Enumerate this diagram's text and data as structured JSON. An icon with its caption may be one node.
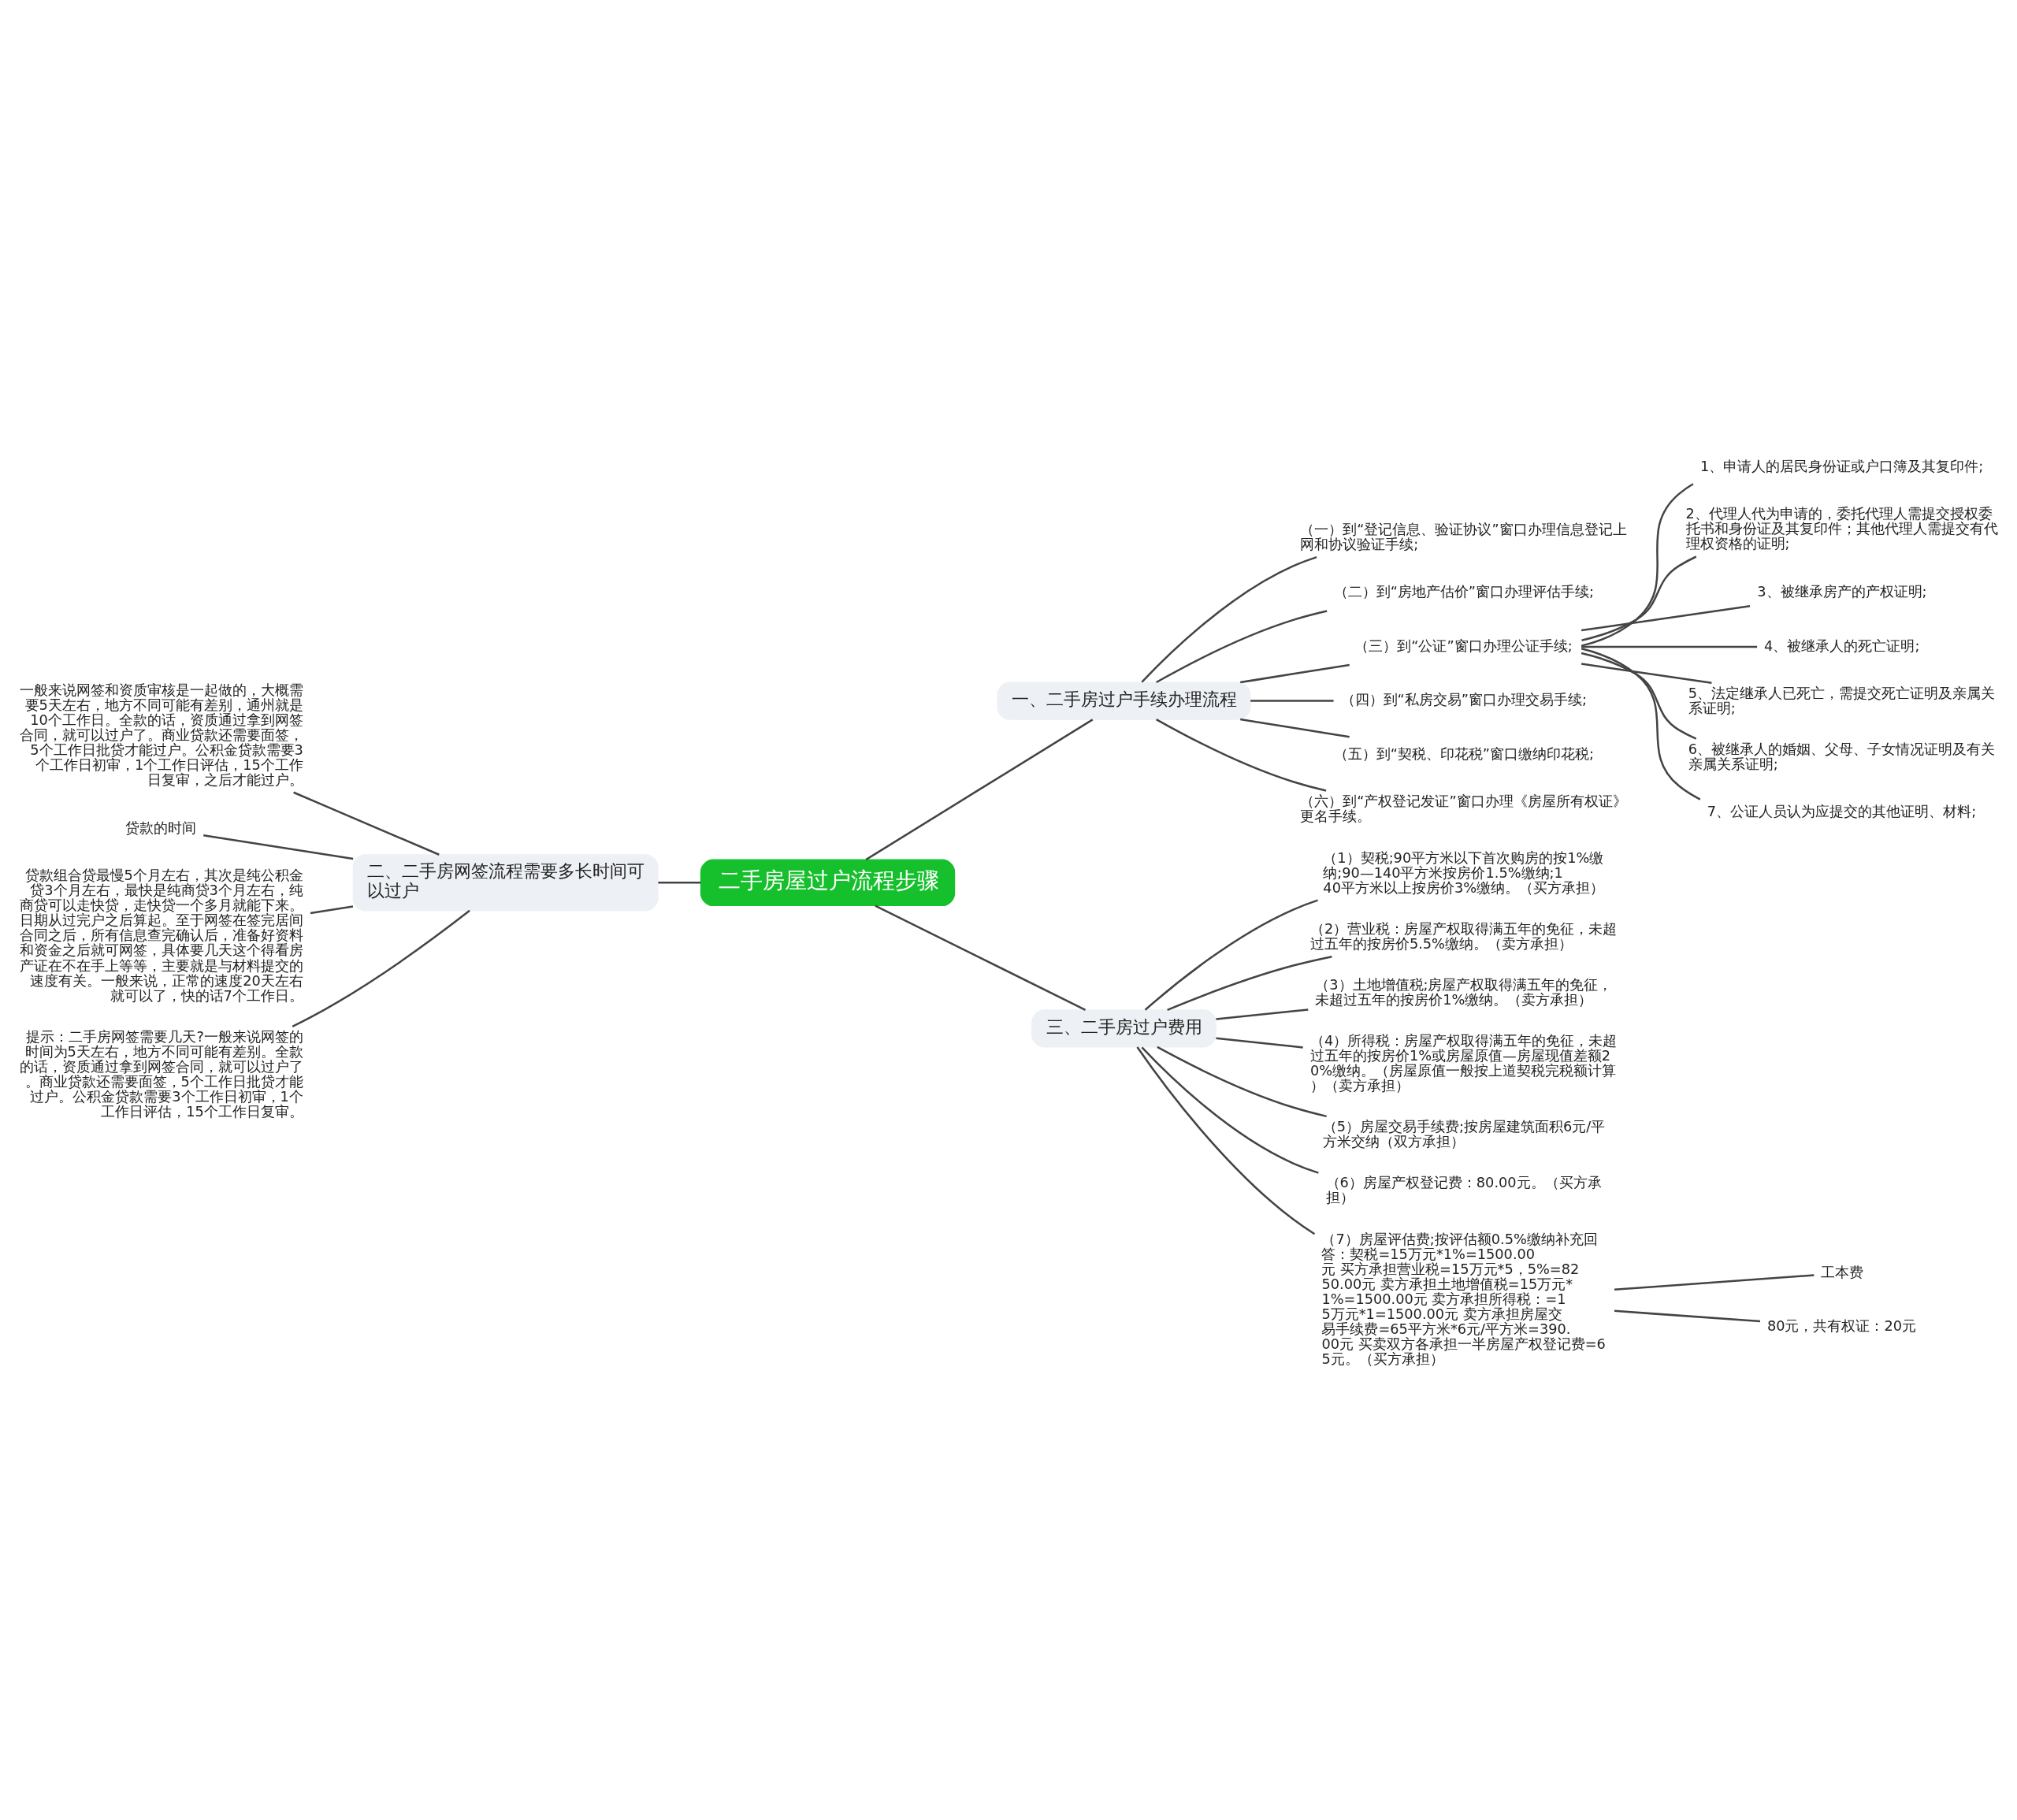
{
  "diagram": {
    "nodes": [
      {
        "text": [
          "二手房屋过户流程步骤"
        ]
      },
      {
        "text": [
          "一、二手房过户手续办理流程"
        ]
      },
      {
        "text": [
          "（一）到“登记信息、验证协议”窗口办理信息登记上网和协议验证手续;"
        ]
      },
      {
        "text": [
          "（二）到“房地产估价”窗口办理评估手续;"
        ]
      },
      {
        "text": [
          "（三）到“公证”窗口办理公证手续;"
        ]
      },
      {
        "text": [
          "1、申请人的居民身份证或户口簿及其复印件;"
        ]
      },
      {
        "text": [
          "2、代理人代为申请的，委托代理人需提交授权委托书和身份证及其复印件；其他代理人需提交有代理权资格的证明;"
        ]
      },
      {
        "text": [
          "3、被继承房产的产权证明;"
        ]
      },
      {
        "text": [
          "4、被继承人的死亡证明;"
        ]
      },
      {
        "text": [
          "5、法定继承人已死亡，需提交死亡证明及亲属关系证明;"
        ]
      },
      {
        "text": [
          "6、被继承人的婚姻、父母、子女情况证明及有关亲属关系证明;"
        ]
      },
      {
        "text": [
          "7、公证人员认为应提交的其他证明、材料;"
        ]
      },
      {
        "text": [
          "（四）到“私房交易”窗口办理交易手续;"
        ]
      },
      {
        "text": [
          "（五）到“契税、印花税”窗口缴纳印花税;"
        ]
      },
      {
        "text": [
          "（六）到“产权登记发证”窗口办理《房屋所有权证》更名手续。"
        ]
      },
      {
        "text": [
          "二、二手房网签流程需要多长时间可以过户"
        ]
      },
      {
        "text": [
          "一般来说网签和资质审核是一起做的，大概需要5天左右，地方不同可能有差别，通州就是10个工作日。全款的话，资质通过拿到网签合同，就可以过户了。商业贷款还需要面签，5个工作日批贷才能过户。公积金贷款需要3个工作日初审，1个工作日评估，15个工作日复审，之后才能过户。"
        ]
      },
      {
        "text": [
          "贷款的时间"
        ]
      },
      {
        "text": [
          "贷款组合贷最慢5个月左右，其次是纯公积金贷3个月左右，最快是纯商贷3个月左右，纯商贷可以走快贷，走快贷一个多月就能下来。日期从过完户之后算起。至于网签在签完居间合同之后，所有信息查完确认后，准备好资料和资金之后就可网签，具体要几天这个得看房产证在不在手上等等，主要就是与材料提交的速度有关。一般来说，正常的速度20天左右就可以了，快的话7个工作日。"
        ]
      },
      {
        "text": [
          "提示：二手房网签需要几天?一般来说网签的时间为5天左右，地方不同可能有差别。全款的话，资质通过拿到网签合同，就可以过户了。商业贷款还需要面签，5个工作日批贷才能过户。公积金贷款需要3个工作日初审，1个工作日评估，15个工作日复审。"
        ]
      },
      {
        "text": [
          "三、二手房过户费用"
        ]
      },
      {
        "text": [
          "（1）契税;90平方米以下首次购房的按1%缴纳;90—140平方米按房价1.5%缴纳;140平方米以上按房价3%缴纳。（买方承担）"
        ]
      },
      {
        "text": [
          "（2）营业税：房屋产权取得满五年的免征，未超过五年的按房价5.5%缴纳。（卖方承担）"
        ]
      },
      {
        "text": [
          "（3）土地增值税;房屋产权取得满五年的免征，未超过五年的按房价1%缴纳。（卖方承担）"
        ]
      },
      {
        "text": [
          "（4）所得税：房屋产权取得满五年的免征，未超过五年的按房价1%或房屋原值—房屋现值差额20%缴纳。（房屋原值一般按上道契税完税额计算）（卖方承担）"
        ]
      },
      {
        "text": [
          "（5）房屋交易手续费;按房屋建筑面积6元/平方米交纳（双方承担）"
        ]
      },
      {
        "text": [
          "（6）房屋产权登记费：80.00元。（买方承担）"
        ]
      },
      {
        "text": [
          "（7）房屋评估费;按评估额0.5%缴纳补充回答：契税=15万元*1%=1500.00元 买方承担营业税=15万元*5，5%=8250.00元 卖方承担土地增值税=15万元*1%=1500.00元 卖方承担所得税：=15万元*1=1500.00元 卖方承担房屋交易手续费=65平方米*6元/平方米=390.00元 买卖双方各承担一半房屋产权登记费=65元。（买方承担）"
        ]
      },
      {
        "text": [
          "工本费"
        ]
      },
      {
        "text": [
          "80元，共有权证：20元"
        ]
      }
    ],
    "edges": [
      {
        "from": 0,
        "to": 1,
        "arrow": "none"
      },
      {
        "from": 1,
        "to": 2,
        "arrow": "none"
      },
      {
        "from": 1,
        "to": 3,
        "arrow": "none"
      },
      {
        "from": 1,
        "to": 4,
        "arrow": "none"
      },
      {
        "from": 4,
        "to": 5,
        "arrow": "none"
      },
      {
        "from": 4,
        "to": 6,
        "arrow": "none"
      },
      {
        "from": 4,
        "to": 7,
        "arrow": "none"
      },
      {
        "from": 4,
        "to": 8,
        "arrow": "none"
      },
      {
        "from": 4,
        "to": 9,
        "arrow": "none"
      },
      {
        "from": 4,
        "to": 10,
        "arrow": "none"
      },
      {
        "from": 4,
        "to": 11,
        "arrow": "none"
      },
      {
        "from": 1,
        "to": 12,
        "arrow": "none"
      },
      {
        "from": 1,
        "to": 13,
        "arrow": "none"
      },
      {
        "from": 1,
        "to": 14,
        "arrow": "none"
      },
      {
        "from": 0,
        "to": 15,
        "arrow": "none"
      },
      {
        "from": 15,
        "to": 16,
        "arrow": "none"
      },
      {
        "from": 15,
        "to": 17,
        "arrow": "none"
      },
      {
        "from": 15,
        "to": 18,
        "arrow": "none"
      },
      {
        "from": 15,
        "to": 19,
        "arrow": "none"
      },
      {
        "from": 0,
        "to": 20,
        "arrow": "none"
      },
      {
        "from": 20,
        "to": 21,
        "arrow": "none"
      },
      {
        "from": 20,
        "to": 22,
        "arrow": "none"
      },
      {
        "from": 20,
        "to": 23,
        "arrow": "none"
      },
      {
        "from": 20,
        "to": 24,
        "arrow": "none"
      },
      {
        "from": 20,
        "to": 25,
        "arrow": "none"
      },
      {
        "from": 20,
        "to": 26,
        "arrow": "none"
      },
      {
        "from": 20,
        "to": 27,
        "arrow": "none"
      },
      {
        "from": 27,
        "to": 28,
        "arrow": "none"
      },
      {
        "from": 27,
        "to": 29,
        "arrow": "none"
      }
    ]
  }
}
